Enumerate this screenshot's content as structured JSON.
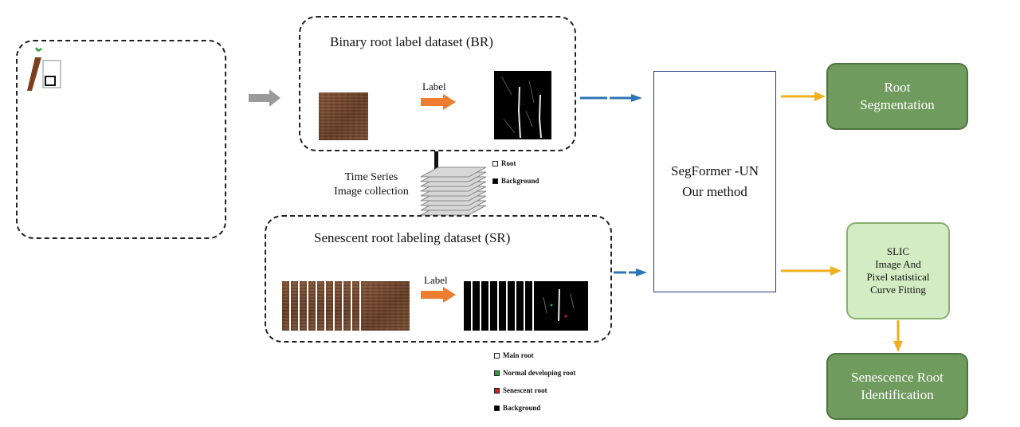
{
  "br": {
    "title": "Binary root label   dataset (BR)",
    "arrow_label": "Label"
  },
  "sr": {
    "title": "Senescent  root labeling dataset (SR)",
    "arrow_label": "Label"
  },
  "time_series": {
    "line1": "Time Series",
    "line2": "Image collection"
  },
  "legend_br": [
    {
      "label": "Root",
      "color": "#ffffff"
    },
    {
      "label": "Background",
      "color": "#000000"
    }
  ],
  "legend_sr": [
    {
      "label": "Main root",
      "color": "#ffffff"
    },
    {
      "label": "Normal developing root",
      "color": "#2e9e3e"
    },
    {
      "label": "Senescent root",
      "color": "#cc1f1f"
    },
    {
      "label": "Background",
      "color": "#000000"
    }
  ],
  "model": {
    "line1": "SegFormer -UN",
    "line2": "\u0000 Our method \u0000"
  },
  "outputs": {
    "root_seg": {
      "line1": "Root",
      "line2": "Segmentation"
    },
    "slic": {
      "line1": "SLIC",
      "line2": "Image And",
      "line3": "Pixel statistical",
      "line4": "Curve Fitting"
    },
    "senescence": {
      "line1": "Senescence Root",
      "line2": "Identification"
    }
  },
  "colors": {
    "arrow_gray": "#9a9a9a",
    "arrow_orange": "#ed7d31",
    "arrow_blue": "#2e75b6",
    "arrow_yellow": "#f0b020",
    "green_dark": "#6f9b5e",
    "green_light": "#d4ecc3"
  }
}
